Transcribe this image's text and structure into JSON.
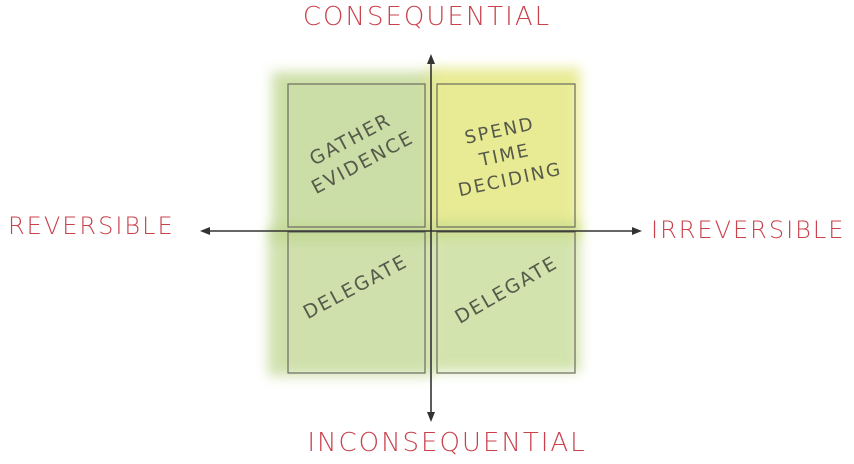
{
  "axes": {
    "top": "CONSEQUENTIAL",
    "bottom": "INCONSEQUENTIAL",
    "left": "REVERSIBLE",
    "right": "IRREVERSIBLE"
  },
  "quadrants": {
    "top_left": {
      "line1": "GATHER",
      "line2": "EVIDENCE"
    },
    "top_right": {
      "line1": "SPEND",
      "line2": "TIME",
      "line3": "DECIDING"
    },
    "bottom_left": {
      "line1": "DELEGATE"
    },
    "bottom_right": {
      "line1": "DELEGATE"
    }
  },
  "colors": {
    "axis_label": "#c8414b",
    "green_wash": "#bcd48a",
    "yellow_wash": "#e3e67a",
    "axis_line": "#333333",
    "box_outline": "#6b6b5e"
  }
}
